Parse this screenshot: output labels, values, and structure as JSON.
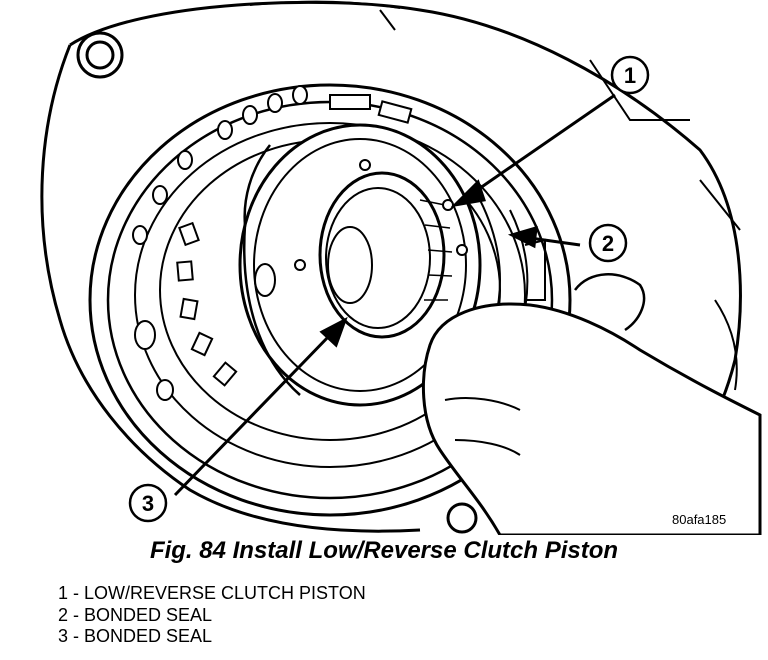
{
  "figure": {
    "callouts": [
      {
        "number": "1"
      },
      {
        "number": "2"
      },
      {
        "number": "3"
      }
    ],
    "drawing_code": "80afa185",
    "icons": [
      "transmission-housing-drawing",
      "clutch-piston-drawing",
      "hand-drawing"
    ]
  },
  "caption": "Fig. 84 Install Low/Reverse Clutch Piston",
  "legend": [
    "1 - LOW/REVERSE CLUTCH PISTON",
    "2 - BONDED SEAL",
    "3 - BONDED SEAL"
  ]
}
